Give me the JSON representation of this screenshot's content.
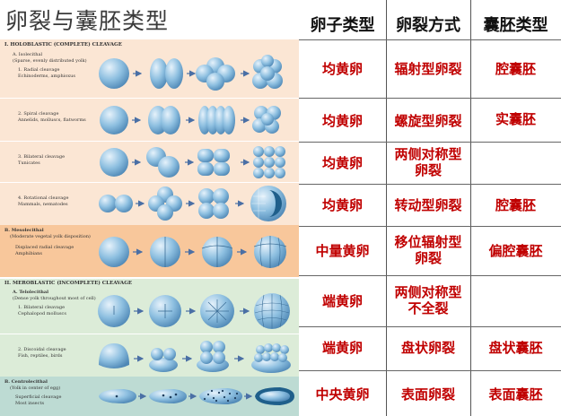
{
  "title": "卵裂与囊胚类型",
  "figure": {
    "sections": {
      "holoblastic": "I. HOLOBLASTIC (COMPLETE) CLEAVAGE",
      "mesolecithal": "B. Mesolecithal",
      "mesolecithal_sub": "(Moderate vegetal yolk disposition)",
      "meroblastic": "II. MEROBLASTIC (INCOMPLETE) CLEAVAGE",
      "telolecithal": "A. Telolecithal",
      "telolecithal_sub": "(Dense yolk throughout most of cell)",
      "centrolecithal": "B. Centrolecithal",
      "centrolecithal_sub": "(Yolk in center of egg)"
    },
    "rows": [
      {
        "head": "A. Isolecithal",
        "head_sub": "(Sparse, evenly distributed yolk)",
        "name": "1. Radial cleavage",
        "examples": "Echinoderms, amphioxus"
      },
      {
        "name": "2. Spiral cleavage",
        "examples": "Annelids, molluscs, flatworms"
      },
      {
        "name": "3. Bilateral cleavage",
        "examples": "Tunicates"
      },
      {
        "name": "4. Rotational cleavage",
        "examples": "Mammals, nematodes"
      },
      {
        "name": "Displaced radial cleavage",
        "examples": "Amphibians"
      },
      {
        "name": "1. Bilateral cleavage",
        "examples": "Cephalopod molluscs"
      },
      {
        "name": "2. Discoidal cleavage",
        "examples": "Fish, reptiles, birds"
      },
      {
        "name": "Superficial cleavage",
        "examples": "Most insects"
      }
    ]
  },
  "table": {
    "headers": [
      "卵子类型",
      "卵裂方式",
      "囊胚类型"
    ],
    "rows": [
      {
        "egg": "均黄卵",
        "cleavage": "辐射型卵裂",
        "blastula": "腔囊胚"
      },
      {
        "egg": "均黄卵",
        "cleavage": "螺旋型卵裂",
        "blastula": "实囊胚"
      },
      {
        "egg": "均黄卵",
        "cleavage": "两侧对称型卵裂",
        "blastula": ""
      },
      {
        "egg": "均黄卵",
        "cleavage": "转动型卵裂",
        "blastula": "腔囊胚"
      },
      {
        "egg": "中量黄卵",
        "cleavage": "移位辐射型卵裂",
        "blastula": "偏腔囊胚"
      },
      {
        "egg": "端黄卵",
        "cleavage": "两侧对称型不全裂",
        "blastula": ""
      },
      {
        "egg": "端黄卵",
        "cleavage": "盘状卵裂",
        "blastula": "盘状囊胚"
      },
      {
        "egg": "中央黄卵",
        "cleavage": "表面卵裂",
        "blastula": "表面囊胚"
      }
    ]
  },
  "colors": {
    "accent_text": "#c00000",
    "holoblastic_bg": "#fbe6d4",
    "mesolecithal_bg": "#f8c79b",
    "meroblastic_bg": "#dcecd8",
    "centrolecithal_bg": "#bddbd3",
    "cell_fill": "#7fb3d5",
    "arrow": "#4a6fa5"
  }
}
